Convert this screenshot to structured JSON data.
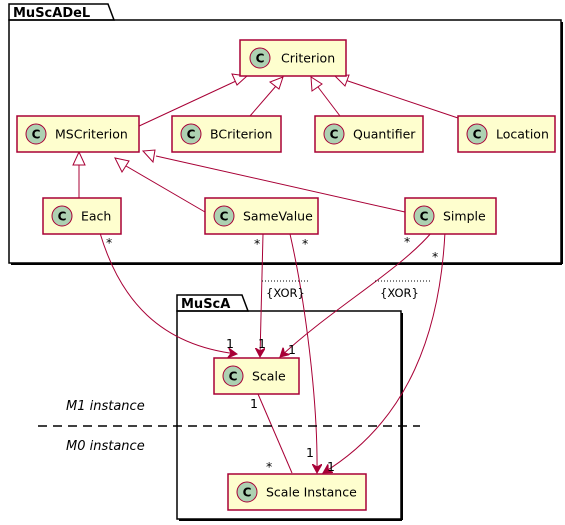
{
  "packages": {
    "muscadel": "MuScADeL",
    "musca": "MuScA"
  },
  "classes": {
    "glyph": "C",
    "criterion": "Criterion",
    "mscriterion": "MSCriterion",
    "bcriterion": "BCriterion",
    "quantifier": "Quantifier",
    "location": "Location",
    "each": "Each",
    "samevalue": "SameValue",
    "simple": "Simple",
    "scale": "Scale",
    "scale_instance": "Scale Instance"
  },
  "multiplicities": {
    "each_src": "*",
    "samevalue_src_1": "*",
    "samevalue_src_2": "*",
    "simple_src_1": "*",
    "simple_src_2": "*",
    "scale_tgt_each": "1",
    "scale_tgt_samevalue": "1",
    "scale_tgt_simple": "1",
    "scale_src_instance": "1",
    "instance_tgt_scale": "*",
    "instance_tgt_samevalue": "1",
    "instance_tgt_simple": "1"
  },
  "constraints": {
    "left": "{XOR}",
    "right": "{XOR}"
  },
  "levels": {
    "m1": "M1 instance",
    "m0": "M0 instance"
  },
  "colors": {
    "class_fill": "#FEFECE",
    "class_border": "#A80036",
    "badge_fill": "#ADD1B2",
    "link": "#A80036"
  }
}
